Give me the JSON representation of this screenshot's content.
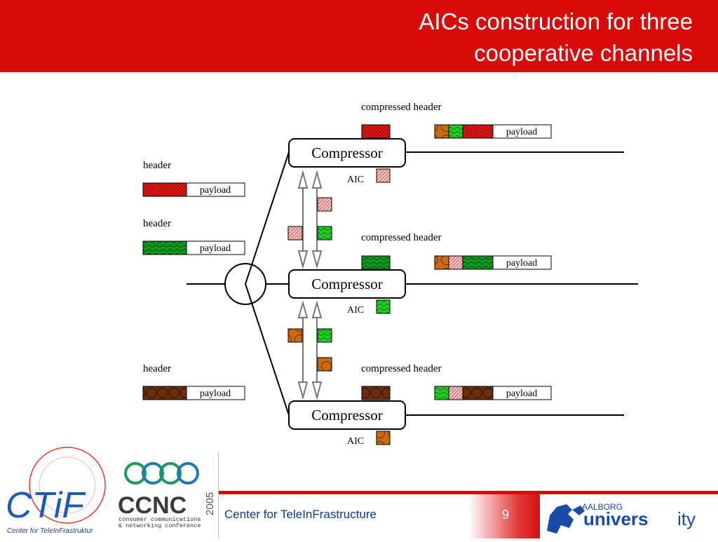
{
  "slide": {
    "title_line1": "AICs construction for three",
    "title_line2": "cooperative channels",
    "page_number": "9",
    "footer_text": "Center for TeleInFrastructure"
  },
  "diagram": {
    "compressor_label": "Compressor",
    "aic_label": "AIC",
    "compressed_header_label": "compressed header",
    "header_label": "header",
    "payload_label": "payload"
  },
  "logos": {
    "ctif_name": "CTiF",
    "ctif_subtitle": "Center for TeleInFrastruktur",
    "ccnc_name": "CCNC",
    "ccnc_year": "2005",
    "ccnc_line1": "consumer communications",
    "ccnc_line2": "& networking conference",
    "aau_small": "AALBORG",
    "aau_big": "univers",
    "aau_end": "ity"
  },
  "colors": {
    "title_bar": "#db0a0a",
    "red_pattern": "#e01818",
    "green_pattern": "#0b9a1e",
    "brown_pattern": "#6b2e0e",
    "pink_aic": "#f2b8b8",
    "green_aic": "#22cc22",
    "orange_aic": "#cc6a10",
    "footer_blue": "#0a3a8c"
  },
  "icons": [
    "compressor-box",
    "splitter-circle",
    "double-arrow",
    "circle-logo",
    "rings-logo",
    "horse-logo"
  ]
}
